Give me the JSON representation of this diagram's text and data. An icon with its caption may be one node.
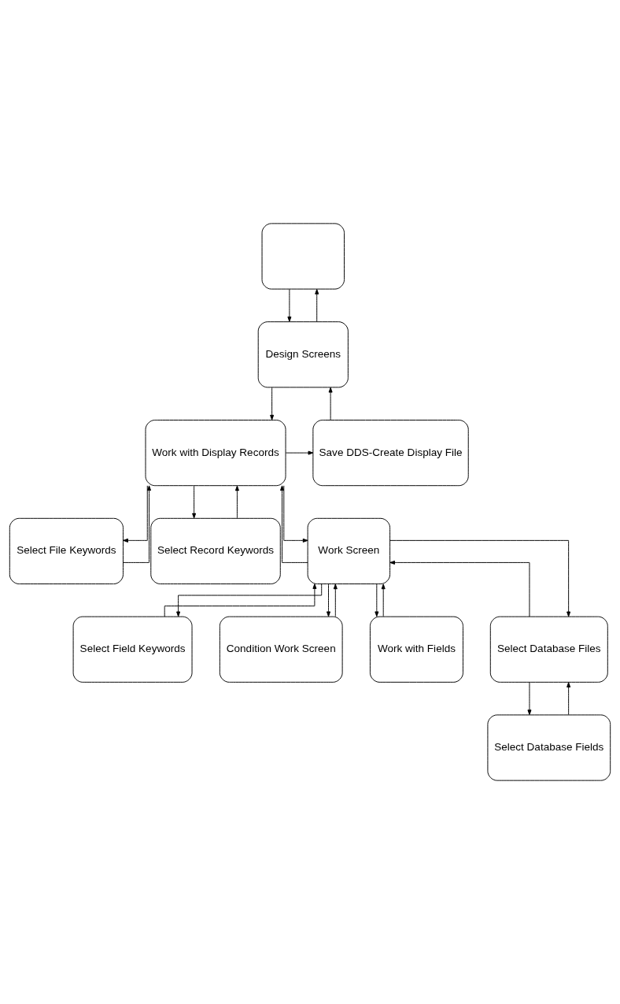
{
  "diagram": {
    "nodes": [
      {
        "text": [],
        "shape": "box"
      },
      {
        "text": [
          "Design Screens"
        ]
      },
      {
        "text": [
          "Work with Display Records"
        ]
      },
      {
        "text": [
          "Save DDS-Create Display File"
        ]
      },
      {
        "text": [
          "Select File Keywords"
        ]
      },
      {
        "text": [
          "Select Record Keywords"
        ]
      },
      {
        "text": [
          "Work Screen"
        ]
      },
      {
        "text": [
          "Select Field Keywords"
        ]
      },
      {
        "text": [
          "Condition Work Screen"
        ]
      },
      {
        "text": [
          "Work with Fields"
        ]
      },
      {
        "text": [
          "Select Database Files"
        ]
      },
      {
        "text": [
          "Select Database Fields"
        ]
      }
    ],
    "edges": [
      {
        "from": 0,
        "to": 1,
        "arrow": "to"
      },
      {
        "from": 1,
        "to": 0,
        "arrow": "to"
      },
      {
        "from": 1,
        "to": 2,
        "arrow": "to"
      },
      {
        "from": 2,
        "to": 3,
        "arrow": "to"
      },
      {
        "from": 3,
        "to": 1,
        "arrow": "to"
      },
      {
        "from": 2,
        "to": 4,
        "arrow": "to"
      },
      {
        "from": 2,
        "to": 5,
        "arrow": "to"
      },
      {
        "from": 2,
        "to": 6,
        "arrow": "to"
      },
      {
        "from": 4,
        "to": 2,
        "arrow": "to"
      },
      {
        "from": 5,
        "to": 2,
        "arrow": "to"
      },
      {
        "from": 6,
        "to": 2,
        "arrow": "to"
      },
      {
        "from": 6,
        "to": 7,
        "arrow": "to"
      },
      {
        "from": 6,
        "to": 8,
        "arrow": "to"
      },
      {
        "from": 6,
        "to": 9,
        "arrow": "to"
      },
      {
        "from": 6,
        "to": 10,
        "arrow": "to"
      },
      {
        "from": 7,
        "to": 6,
        "arrow": "to"
      },
      {
        "from": 8,
        "to": 6,
        "arrow": "to"
      },
      {
        "from": 9,
        "to": 6,
        "arrow": "to"
      },
      {
        "from": 10,
        "to": 6,
        "arrow": "to"
      },
      {
        "from": 10,
        "to": 11,
        "arrow": "to"
      },
      {
        "from": 11,
        "to": 10,
        "arrow": "to"
      }
    ]
  }
}
